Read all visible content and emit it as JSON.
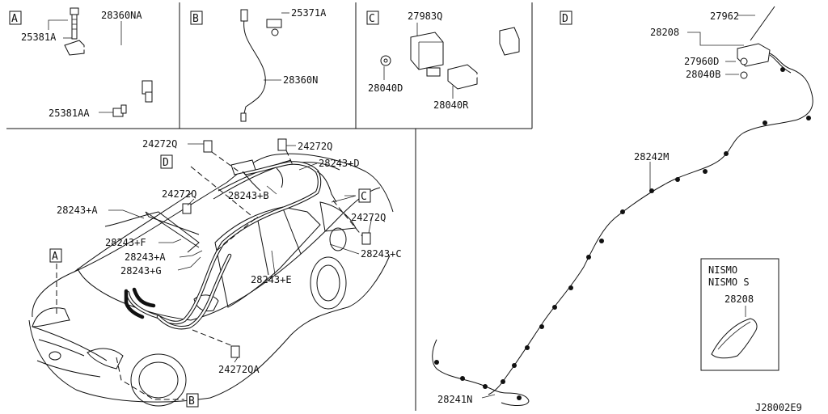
{
  "panels": {
    "a": {
      "tag": "A",
      "labels": {
        "l25381A": "25381A",
        "l28360NA": "28360NA",
        "l25381AA": "25381AA"
      }
    },
    "b": {
      "tag": "B",
      "labels": {
        "l25371A": "25371A",
        "l28360N": "28360N"
      }
    },
    "c": {
      "tag": "C",
      "labels": {
        "l27983Q": "27983Q",
        "l28040D": "28040D",
        "l28040R": "28040R"
      }
    },
    "d": {
      "tag": "D",
      "labels": {
        "l27962": "27962",
        "l28208": "28208",
        "l27960D": "27960D",
        "l28040B": "28040B",
        "l28242M": "28242M",
        "l28241N": "28241N"
      }
    },
    "car": {
      "labels": {
        "q1": "24272Q",
        "q2": "24272Q",
        "q3": "24272Q",
        "q4": "24272Q",
        "qa": "24272QA",
        "d": "28243+D",
        "b": "28243+B",
        "a1": "28243+A",
        "a2": "28243+A",
        "f": "28243+F",
        "g": "28243+G",
        "c": "28243+C",
        "e": "28243+E"
      },
      "callouts": {
        "a": "A",
        "b": "B",
        "c": "C",
        "d": "D"
      }
    },
    "nismo": {
      "line1": "NISMO",
      "line2": "NISMO S",
      "part": "28208"
    }
  },
  "diagram_code": "J28002E9"
}
